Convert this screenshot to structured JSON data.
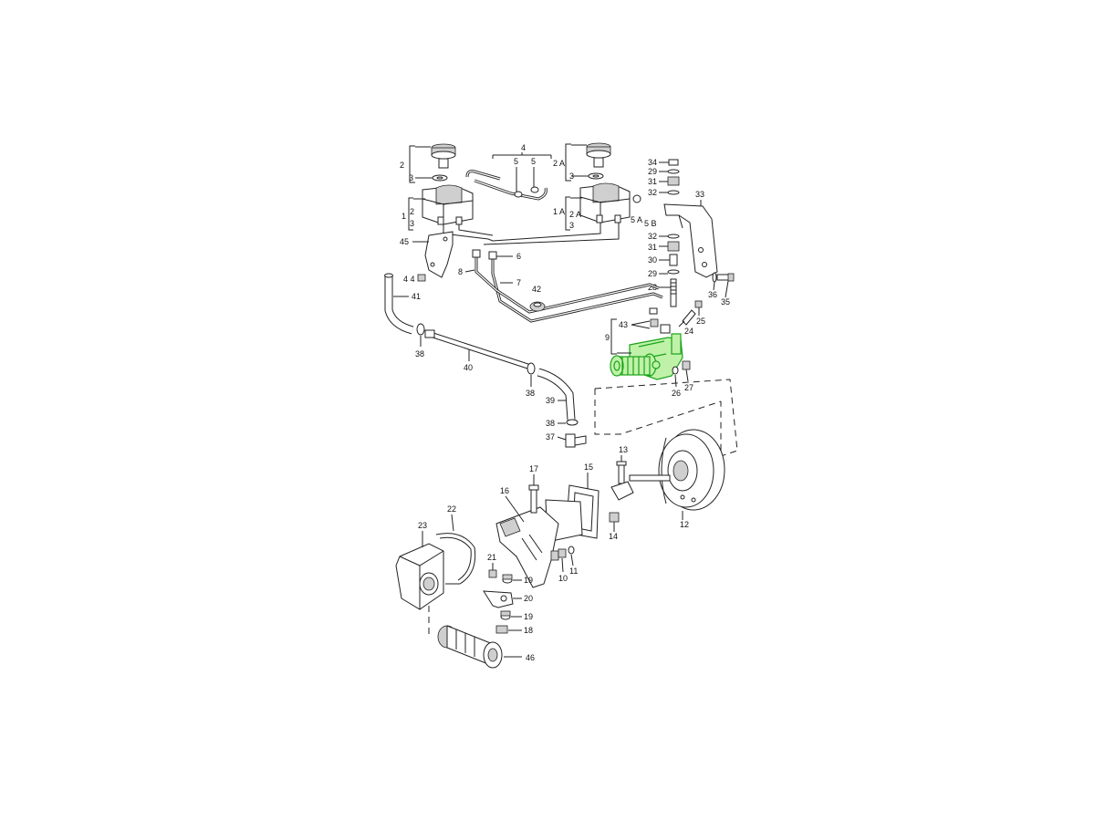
{
  "highlight_color": "#1aa31a",
  "labels": {
    "l2": "2",
    "l3a": "3",
    "l4": "4",
    "l5a": "5",
    "l5b": "5",
    "l2A": "2 A",
    "l3b": "3",
    "l34": "34",
    "l29a": "29",
    "l31a": "31",
    "l32a": "32",
    "l33": "33",
    "l1": "1",
    "l2c": "2",
    "l3c": "3",
    "l1A": "1 A",
    "l2Ab": "2 A",
    "l3d": "3",
    "l5A": "5 A",
    "l5B": "5 B",
    "l45": "45",
    "l6": "6",
    "l32b": "32",
    "l31b": "31",
    "l30": "30",
    "l29b": "29",
    "l28": "28",
    "l8": "8",
    "l7": "7",
    "l4b": "4 4",
    "l41": "41",
    "l42": "42",
    "l36": "36",
    "l35": "35",
    "l25": "25",
    "l24": "24",
    "l43": "43",
    "l9": "9",
    "l38a": "38",
    "l40": "40",
    "l38b": "38",
    "l39": "39",
    "l26": "26",
    "l27": "27",
    "l38c": "38",
    "l37": "37",
    "l13": "13",
    "l17": "17",
    "l15": "15",
    "l16": "16",
    "l12": "12",
    "l14": "14",
    "l22": "22",
    "l23": "23",
    "l21": "21",
    "l19a": "19",
    "l10": "10",
    "l11": "11",
    "l20": "20",
    "l19b": "19",
    "l18": "18",
    "l46": "46"
  }
}
